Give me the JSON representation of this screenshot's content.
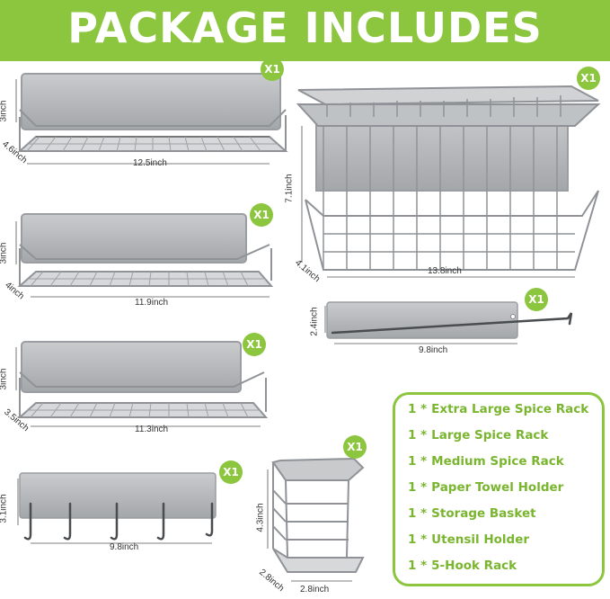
{
  "header": {
    "title": "PACKAGE INCLUDES",
    "accent_color": "#8cc63f"
  },
  "products": [
    {
      "name": "extra-large-spice-rack",
      "qty": "X1",
      "dims": [
        "3inch",
        "4.6inch",
        "12.5inch"
      ]
    },
    {
      "name": "large-spice-rack",
      "qty": "X1",
      "dims": [
        "3inch",
        "4inch",
        "11.9inch"
      ]
    },
    {
      "name": "medium-spice-rack",
      "qty": "X1",
      "dims": [
        "3inch",
        "3.5inch",
        "11.3inch"
      ]
    },
    {
      "name": "5-hook-rack",
      "qty": "X1",
      "dims": [
        "3.1inch",
        "9.8inch"
      ]
    },
    {
      "name": "storage-basket",
      "qty": "X1",
      "dims": [
        "7.1inch",
        "4.1inch",
        "13.8inch"
      ]
    },
    {
      "name": "paper-towel-holder",
      "qty": "X1",
      "dims": [
        "2.4inch",
        "9.8inch"
      ]
    },
    {
      "name": "utensil-holder",
      "qty": "X1",
      "dims": [
        "4.3inch",
        "2.8inch",
        "2.8inch"
      ]
    }
  ],
  "list": {
    "qty_prefix": "1 *",
    "items": [
      "Extra Large Spice Rack",
      "Large Spice Rack",
      "Medium Spice Rack",
      "Paper  Towel Holder",
      "Storage Basket",
      "Utensil Holder",
      "5-Hook Rack"
    ]
  }
}
